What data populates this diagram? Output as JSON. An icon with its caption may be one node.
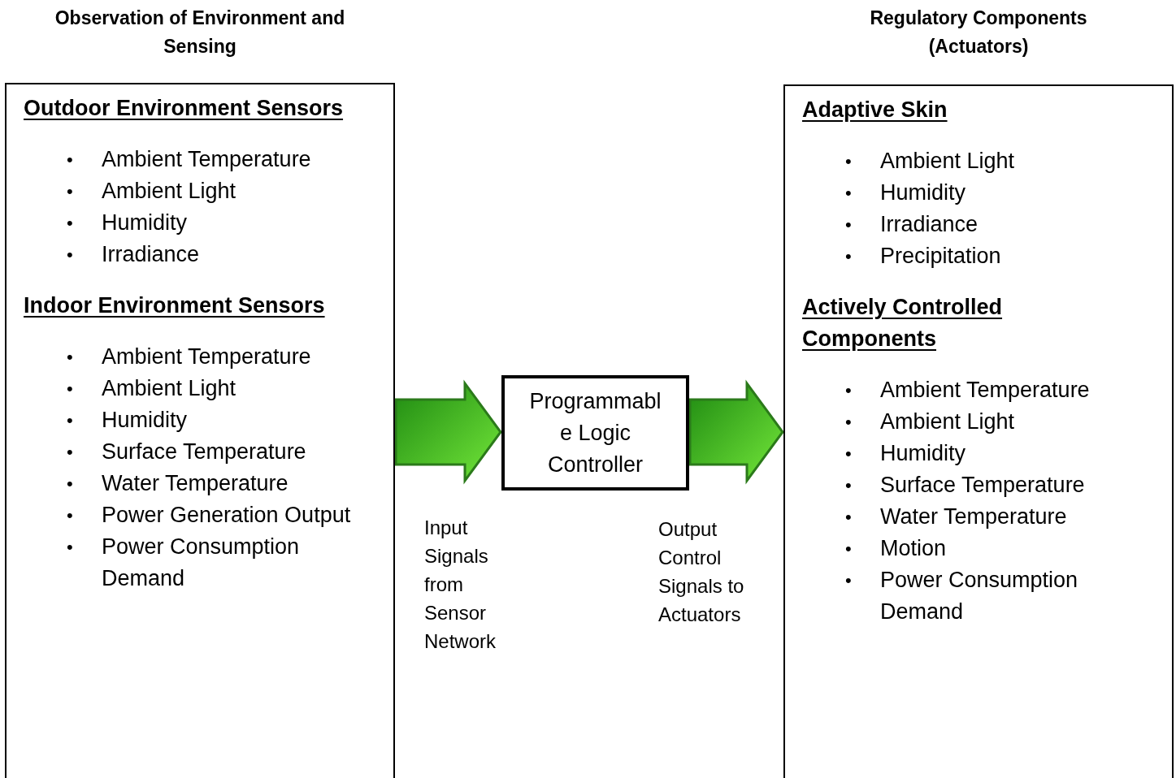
{
  "diagram": {
    "nodes": [
      {
        "text": [
          "Observation of Environment and Sensing",
          "Outdoor Environment Sensors",
          "Ambient Temperature",
          "Ambient Light",
          "Humidity",
          "Irradiance",
          "Indoor Environment Sensors",
          "Ambient Temperature",
          "Ambient Light",
          "Humidity",
          "Surface Temperature",
          "Water Temperature",
          "Power Generation Output",
          "Power Consumption Demand"
        ]
      },
      {
        "text": [
          "Programmabl e Logic Controller"
        ]
      },
      {
        "text": [
          "Regulatory Components (Actuators)",
          "Adaptive Skin",
          "Ambient Light",
          "Humidity",
          "Irradiance",
          "Precipitation",
          "Actively Controlled Components",
          "Ambient Temperature",
          "Ambient Light",
          "Humidity",
          "Surface Temperature",
          "Water Temperature",
          "Motion",
          "Power Consumption Demand"
        ]
      }
    ],
    "edges": [
      {
        "from": 0,
        "to": 1,
        "arrow": "to",
        "label": "Input Signals from Sensor Network"
      },
      {
        "from": 1,
        "to": 2,
        "arrow": "to",
        "label": "Output Control Signals to Actuators"
      }
    ],
    "labels": [
      "•",
      "•",
      "•",
      "•",
      "•",
      "•",
      "•",
      "•",
      "•",
      "•",
      "•",
      "•",
      "•",
      "•",
      "•",
      "•",
      "•",
      "•",
      "•",
      "•",
      "•",
      "•"
    ]
  }
}
